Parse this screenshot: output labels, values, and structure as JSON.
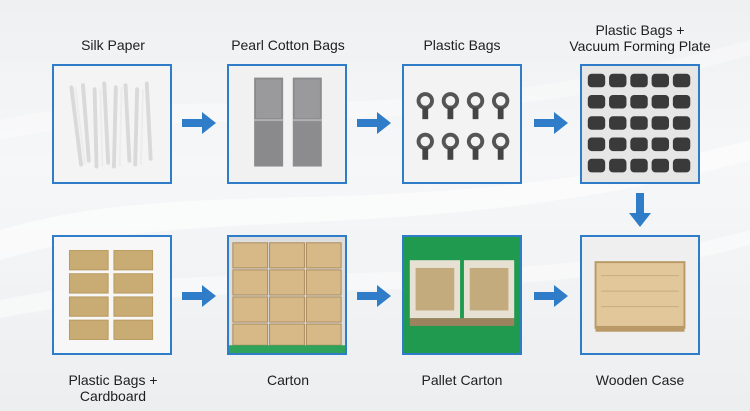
{
  "steps": [
    {
      "label": "Silk Paper"
    },
    {
      "label": "Pearl Cotton Bags"
    },
    {
      "label": "Plastic Bags"
    },
    {
      "label_line1": "Plastic Bags +",
      "label_line2": "Vacuum Forming Plate"
    },
    {
      "label_line1": "Plastic Bags +",
      "label_line2": "Cardboard"
    },
    {
      "label": "Carton"
    },
    {
      "label": "Pallet Carton"
    },
    {
      "label": "Wooden Case"
    }
  ],
  "colors": {
    "arrow": "#2f7dc9",
    "frame": "#2f7dc9"
  },
  "icons": {
    "flow_arrow": "arrow-right-icon",
    "down_arrow": "arrow-down-icon"
  }
}
